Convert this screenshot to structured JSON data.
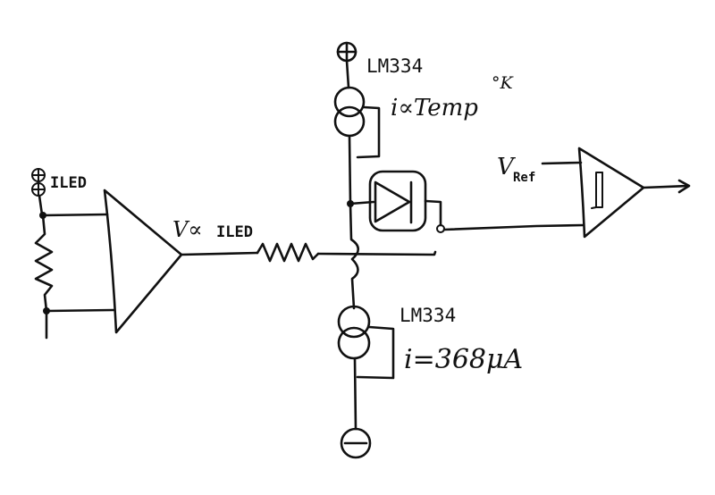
{
  "labels": {
    "pos_supply": "⊕",
    "neg_supply": "⊖",
    "top_source_part": "LM334",
    "top_source_relation": "i∝Temp °K",
    "bottom_source_part": "LM334",
    "bottom_source_current": "i=368μA",
    "left_source": "I LED",
    "amp_output": "V∝I LED",
    "reference": "V Ref"
  },
  "text": {
    "top_source_part": "LM334",
    "top_source_relation_main": "i∝Temp",
    "top_source_relation_sup": "°K",
    "bottom_source_part": "LM334",
    "bottom_source_current": "i=368μA",
    "left_source": "ILED",
    "amp_output_main": "V∝",
    "amp_output_sub": "ILED",
    "reference_main": "V",
    "reference_sub": "Ref"
  },
  "colors": {
    "ink": "#111111",
    "paper": "#ffffff"
  }
}
